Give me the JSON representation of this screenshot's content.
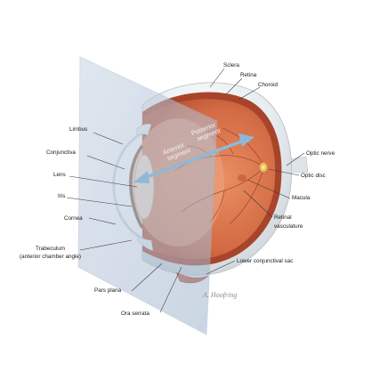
{
  "labels": {
    "sclera": "Sclera",
    "retina": "Retina",
    "choroid": "Choroid",
    "limbus": "Limbus",
    "conjunctiva": "Conjunctiva",
    "lens": "Lens",
    "iris": "Iris",
    "cornea": "Cornea",
    "trabeculum_line1": "Trabeculum",
    "trabeculum_line2": "(anterior chamber angle)",
    "pars_plana": "Pars plana",
    "ora_serrata": "Ora serrata",
    "optic_nerve": "Optic nerve",
    "optic_disc": "Optic disc",
    "macula": "Macula",
    "retinal_vasculature_line1": "Retinal",
    "retinal_vasculature_line2": "vasculature",
    "lower_conjunctival_sac": "Lower conjunctival sac"
  },
  "segments": {
    "anterior_line1": "Anterior",
    "anterior_line2": "segment",
    "posterior_line1": "Posterior",
    "posterior_line2": "segment"
  },
  "signature": "A. Hoofring",
  "colors": {
    "plane": "#b8c8dc",
    "sclera": "#e9eef2",
    "choroid_rim": "#a8442a",
    "fundus": "#d97a52",
    "vitreous": "#e9a888",
    "arrow": "#8fb8d8",
    "optic_disc": "#f2c95a"
  }
}
